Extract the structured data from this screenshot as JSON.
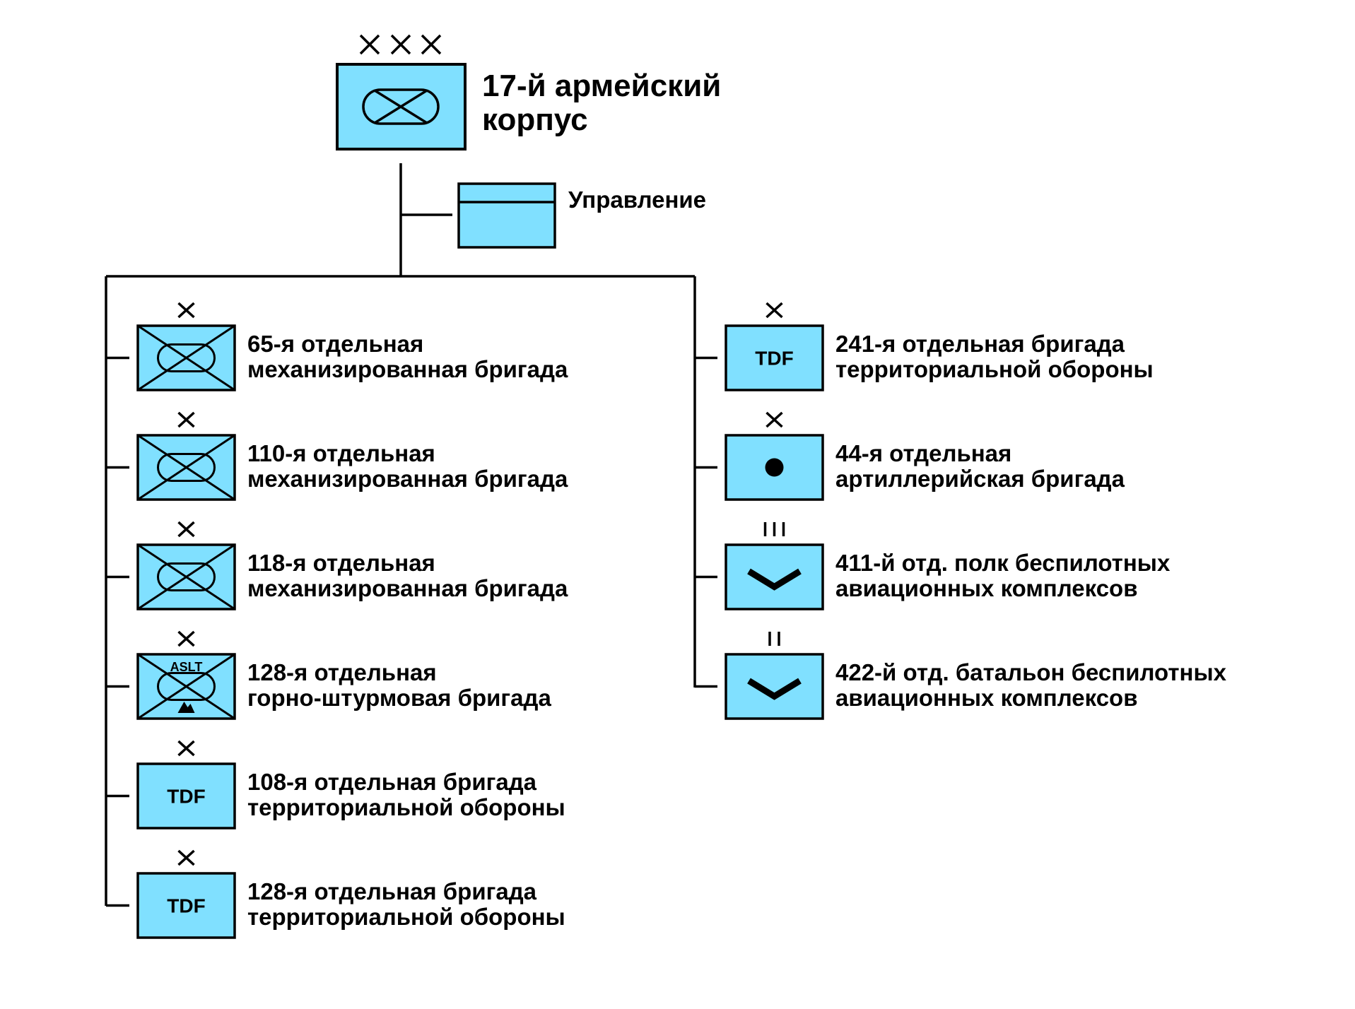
{
  "colors": {
    "fill": "#80E0FF",
    "stroke": "#000000",
    "background": "#FFFFFF"
  },
  "corps": {
    "echelon": "XXX",
    "symbol": "mechanized-icon",
    "name_line1": "17-й армейский",
    "name_line2": "корпус"
  },
  "headquarters": {
    "label": "Управление",
    "symbol": "headquarters-icon"
  },
  "left_units": [
    {
      "echelon": "X",
      "symbol": "mechanized",
      "line1": "65-я отдельная",
      "line2": "механизированная бригада"
    },
    {
      "echelon": "X",
      "symbol": "mechanized",
      "line1": "110-я отдельная",
      "line2": "механизированная бригада"
    },
    {
      "echelon": "X",
      "symbol": "mechanized",
      "line1": "118-я отдельная",
      "line2": "механизированная бригада"
    },
    {
      "echelon": "X",
      "symbol": "mountain-assault",
      "modifier": "ASLT",
      "line1": "128-я отдельная",
      "line2": "горно-штурмовая бригада"
    },
    {
      "echelon": "X",
      "symbol": "tdf",
      "modifier": "TDF",
      "line1": "108-я отдельная бригада",
      "line2": "территориальной обороны"
    },
    {
      "echelon": "X",
      "symbol": "tdf",
      "modifier": "TDF",
      "line1": "128-я отдельная бригада",
      "line2": "территориальной обороны"
    }
  ],
  "right_units": [
    {
      "echelon": "X",
      "symbol": "tdf",
      "modifier": "TDF",
      "line1": "241-я отдельная бригада",
      "line2": "территориальной обороны"
    },
    {
      "echelon": "X",
      "symbol": "artillery",
      "line1": "44-я отдельная",
      "line2": "артиллерийская бригада"
    },
    {
      "echelon": "III",
      "symbol": "uav",
      "line1": "411-й отд. полк беспилотных",
      "line2": "авиационных комплексов"
    },
    {
      "echelon": "II",
      "symbol": "uav",
      "line1": "422-й отд. батальон беспилотных",
      "line2": "авиационных комплексов"
    }
  ]
}
